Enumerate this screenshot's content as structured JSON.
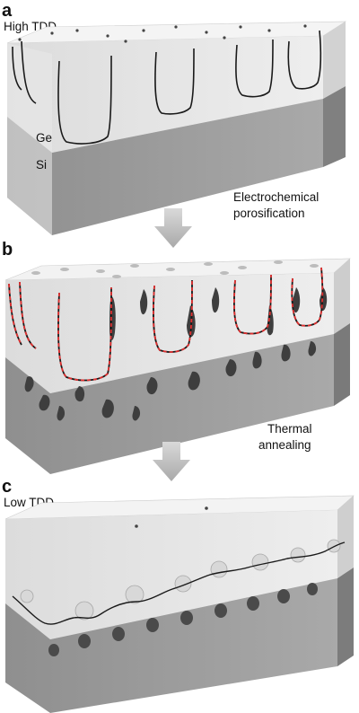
{
  "panels": [
    {
      "letter": "a",
      "title": "High TDD",
      "layer_labels": [
        "Ge",
        "Si"
      ]
    },
    {
      "letter": "b"
    },
    {
      "letter": "c",
      "title": "Low TDD"
    }
  ],
  "steps": [
    {
      "line1": "Electrochemical",
      "line2": "porosification"
    },
    {
      "line1": "Thermal",
      "line2": "annealing"
    }
  ],
  "colors": {
    "ge_front": "#e6e6e6",
    "ge_top": "#f5f5f5",
    "si_front": "#999999",
    "side_ge": "#cfcfcf",
    "side_si": "#7d7d7d",
    "dislocation": "#1a1a1a",
    "dislocation_annealed_marker": "#e03030",
    "arrow": "#bdbdbd"
  }
}
